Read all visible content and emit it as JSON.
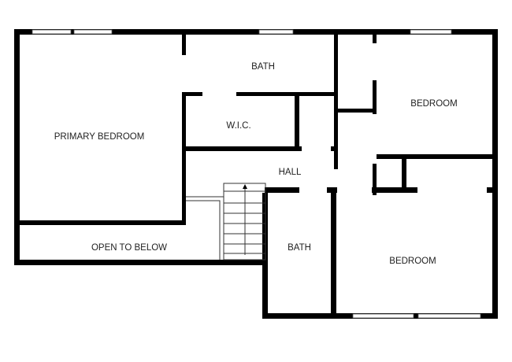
{
  "rooms": {
    "primary_bedroom": "PRIMARY BEDROOM",
    "bath_top": "BATH",
    "wic": "W.I.C.",
    "bedroom_top": "BEDROOM",
    "hall": "HALL",
    "open_to_below": "OPEN TO BELOW",
    "bath_bottom": "BATH",
    "bedroom_bottom": "BEDROOM"
  },
  "colors": {
    "walls": "#000000",
    "background": "#ffffff"
  }
}
